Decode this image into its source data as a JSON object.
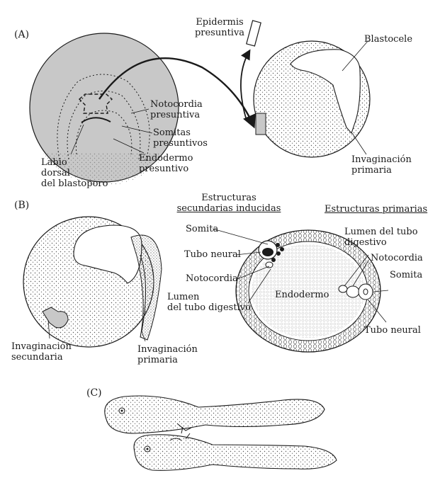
{
  "panels": {
    "a": {
      "letter": "(A)",
      "epidermis": [
        "Epidermis",
        "presuntiva"
      ],
      "blastocele": "Blastocele",
      "notocordia": [
        "Notocordia",
        "presuntiva"
      ],
      "somitas": [
        "Somitas",
        "presuntivos"
      ],
      "endodermo": [
        "Endodermo",
        "presuntivo"
      ],
      "labio": [
        "Labio",
        "dorsal",
        "del blastoporo"
      ],
      "invaginacion": [
        "Invaginación",
        "primaria"
      ]
    },
    "b": {
      "letter": "(B)",
      "secondary_heading": [
        "Estructuras",
        "secundarias inducidas"
      ],
      "primary_heading": "Estructuras primarias",
      "somita_left": "Somita",
      "tubo_neural_left": "Tubo neural",
      "notocordia_left": "Notocordia",
      "lumen_left": [
        "Lumen",
        "del tubo digestivo"
      ],
      "endodermo": "Endodermo",
      "lumen_right": [
        "Lumen del tubo",
        "digestivo"
      ],
      "notocordia_right": "Notocordia",
      "somita_right": "Somita",
      "tubo_neural_right": "Tubo neural",
      "invag_secundaria": [
        "Invaginación",
        "secundaria"
      ],
      "invag_primaria": [
        "Invaginación",
        "primaria"
      ]
    },
    "c": {
      "letter": "(C)"
    }
  },
  "colors": {
    "ink": "#1a1a1a",
    "gray_fill": "#c8c8c8",
    "stipple": "#555555"
  }
}
